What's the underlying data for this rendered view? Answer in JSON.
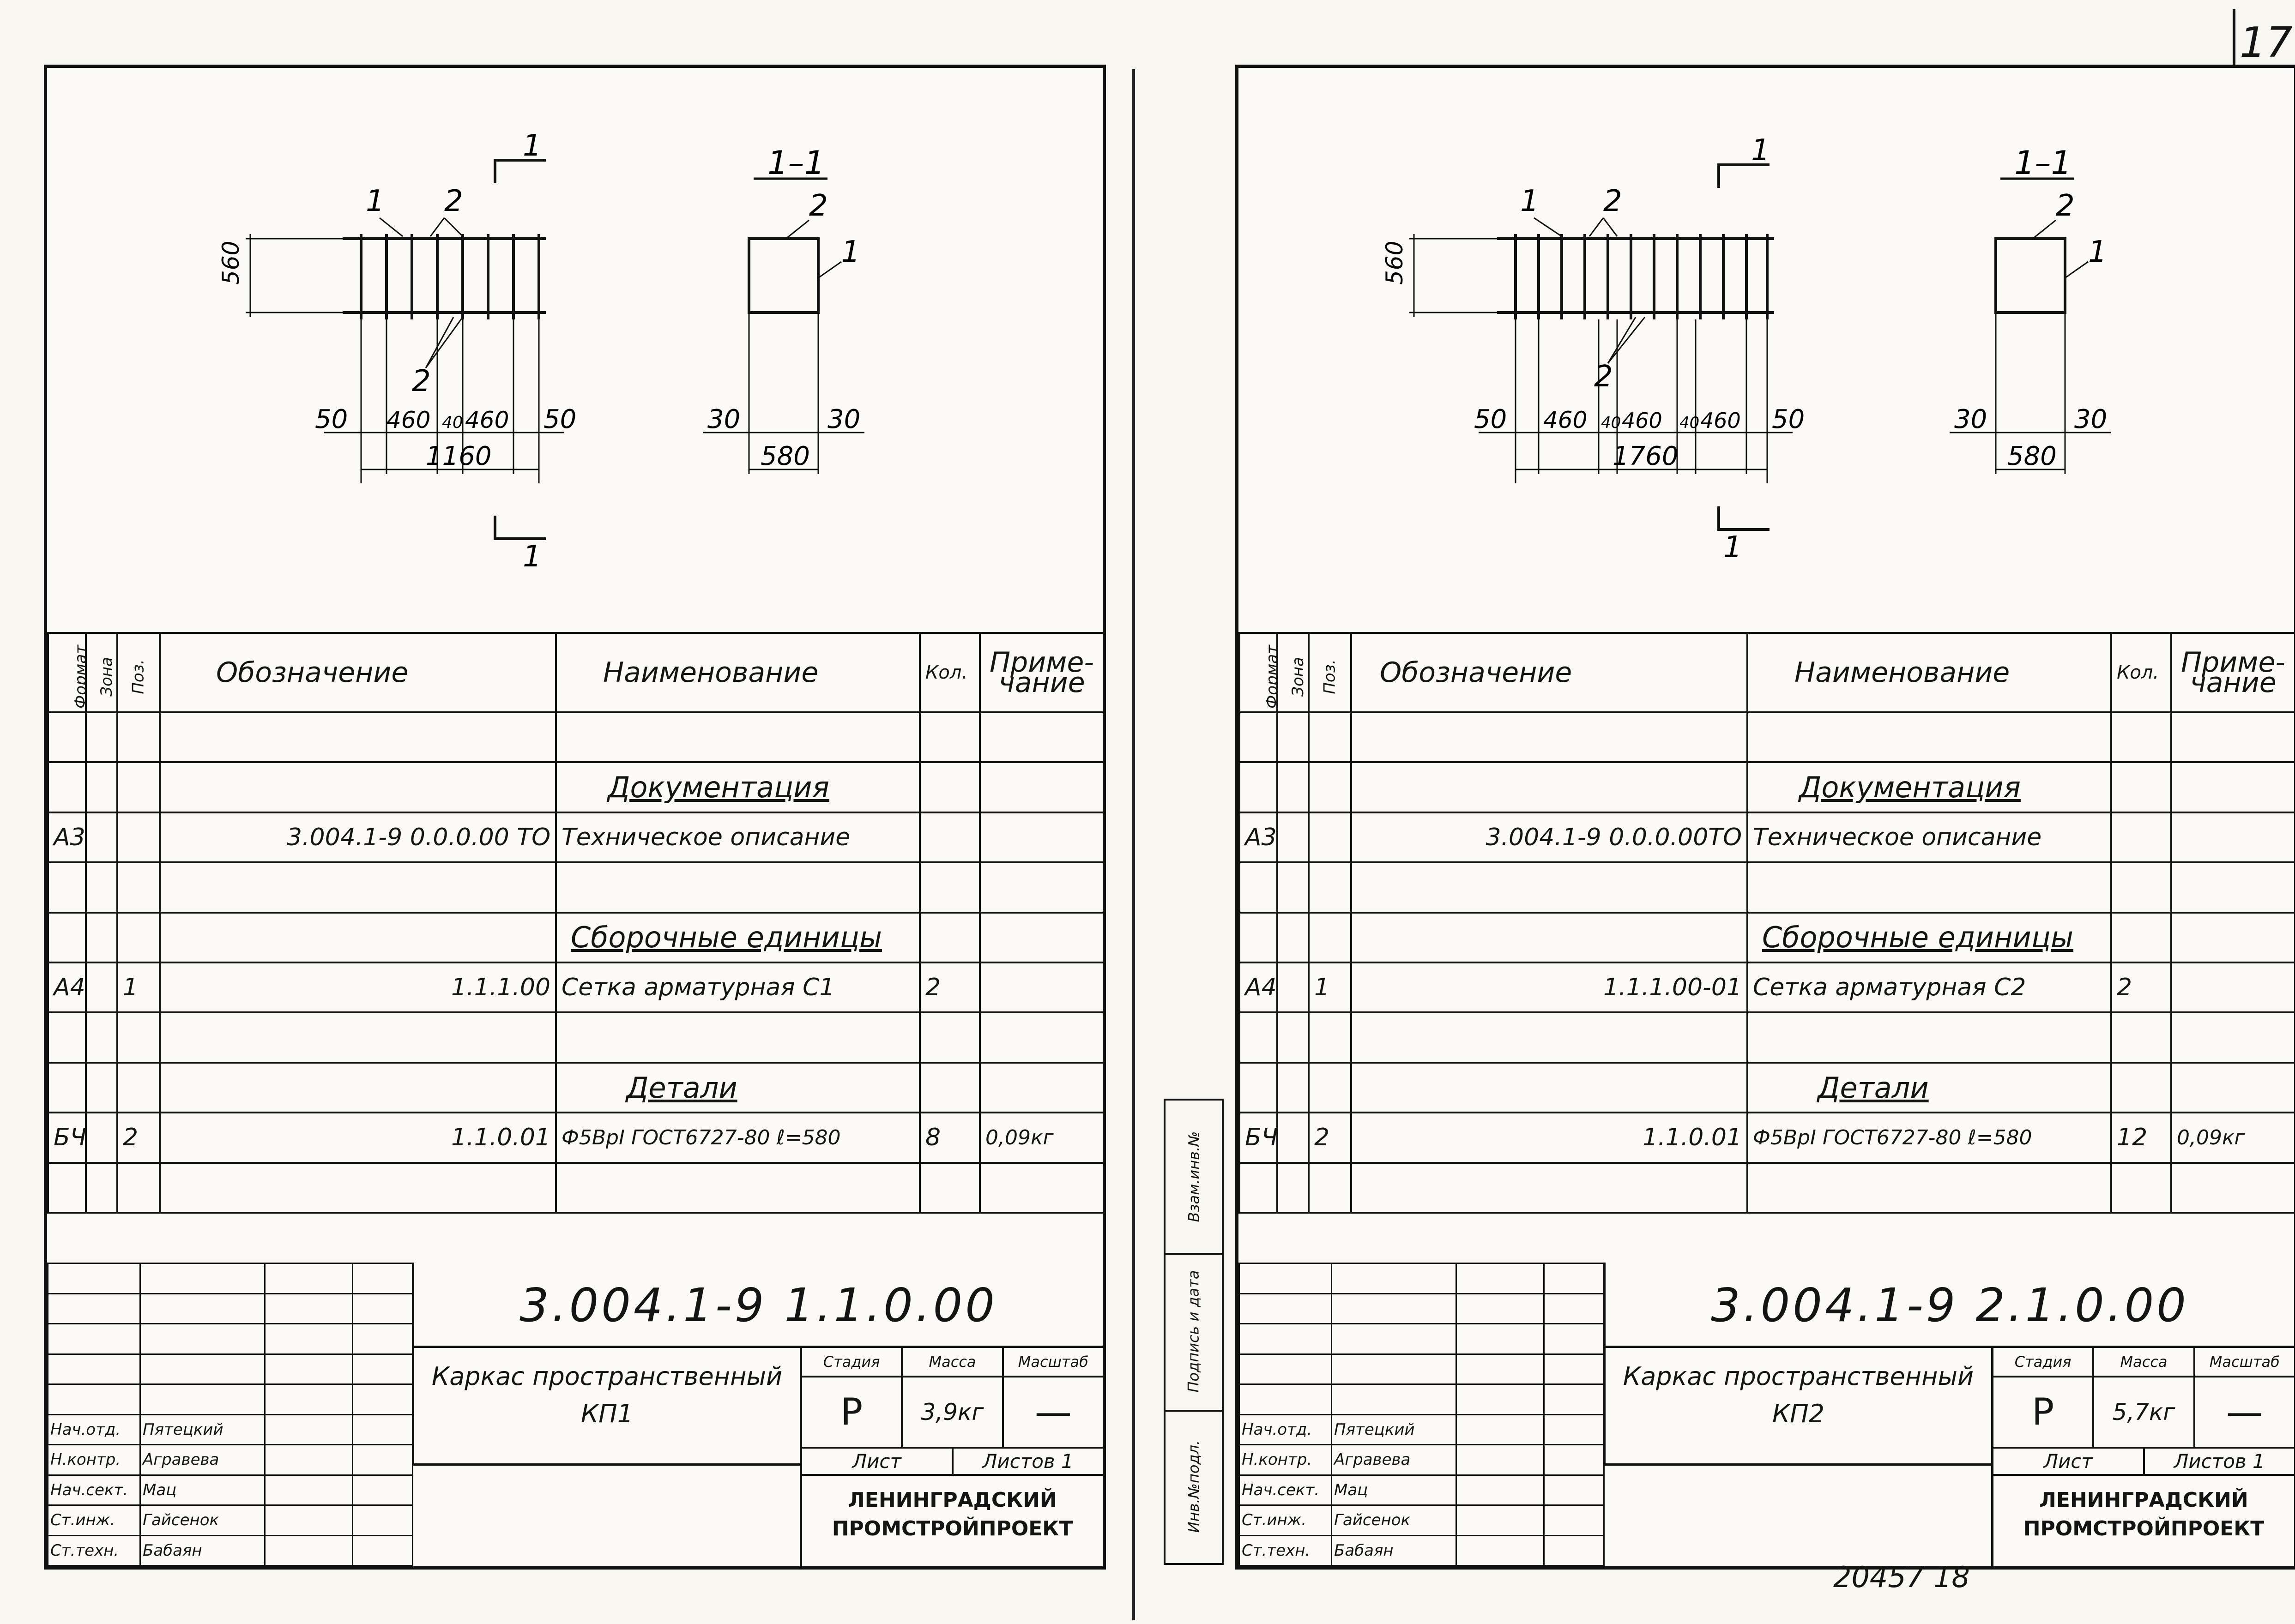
{
  "page_number": "17",
  "footer_number": "20457  18",
  "stamp_labels": [
    "Взам.инв.№",
    "Подпись и дата",
    "Инв.№подл."
  ],
  "spec_headers": {
    "format": "Формат",
    "zone": "Зона",
    "pos": "Поз.",
    "designation": "Обозначение",
    "name": "Наименование",
    "qty": "Кол.",
    "note": "Приме-чание"
  },
  "sheets": [
    {
      "drawing": {
        "section_mark": "1",
        "section_title": "1–1",
        "leader_pos1": "1",
        "leader_pos2": "2",
        "leader_pos2_lower": "2",
        "height_dim": "560",
        "dim_left": "50",
        "dim_mid1": "460",
        "dim_gap": "40",
        "dim_mid2": "460",
        "dim_right": "50",
        "dim_total": "1160",
        "sec_pos2": "2",
        "sec_pos1": "1",
        "sec_dim_left": "30",
        "sec_dim_right": "30",
        "sec_dim_total": "580"
      },
      "rows": {
        "doc_section": "Документация",
        "doc_format": "А3",
        "doc_designation": "3.004.1-9     0.0.0.00 ТО",
        "doc_name": "Техническое описание",
        "asm_section": "Сборочные единицы",
        "asm_format": "А4",
        "asm_pos": "1",
        "asm_designation": "1.1.1.00",
        "asm_name": "Сетка арматурная С1",
        "asm_qty": "2",
        "det_section": "Детали",
        "det_format": "БЧ",
        "det_pos": "2",
        "det_designation": "1.1.0.01",
        "det_name": "Ф5ВрI ГОСТ6727-80 ℓ=580",
        "det_qty": "8",
        "det_note": "0,09кг"
      },
      "title_block": {
        "code": "3.004.1-9  1.1.0.00",
        "title_line1": "Каркас пространственный",
        "title_line2": "КП1",
        "stage_label": "Стадия",
        "mass_label": "Масса",
        "scale_label": "Масштаб",
        "stage": "Р",
        "mass": "3,9кг",
        "scale": "—",
        "sheet_label": "Лист",
        "sheets_label": "Листов 1",
        "org_line1": "ЛЕНИНГРАДСКИЙ",
        "org_line2": "ПРОМСТРОЙПРОЕКТ",
        "signatures": [
          {
            "role": "Нач.отд.",
            "name": "Пятецкий"
          },
          {
            "role": "Н.контр.",
            "name": "Агравева"
          },
          {
            "role": "Нач.сект.",
            "name": "Мац"
          },
          {
            "role": "Ст.инж.",
            "name": "Гайсенок"
          },
          {
            "role": "Ст.техн.",
            "name": "Бабаян"
          }
        ]
      }
    },
    {
      "drawing": {
        "section_mark": "1",
        "section_title": "1–1",
        "leader_pos1": "1",
        "leader_pos2": "2",
        "leader_pos2_lower": "2",
        "height_dim": "560",
        "dim_left": "50",
        "dim_mid1": "460",
        "dim_gap": "40",
        "dim_mid2": "460",
        "dim_gap2": "40",
        "dim_mid3": "460",
        "dim_right": "50",
        "dim_total": "1760",
        "sec_pos2": "2",
        "sec_pos1": "1",
        "sec_dim_left": "30",
        "sec_dim_right": "30",
        "sec_dim_total": "580"
      },
      "rows": {
        "doc_section": "Документация",
        "doc_format": "А3",
        "doc_designation": "3.004.1-9     0.0.0.00ТО",
        "doc_name": "Техническое описание",
        "asm_section": "Сборочные единицы",
        "asm_format": "А4",
        "asm_pos": "1",
        "asm_designation": "1.1.1.00-01",
        "asm_name": "Сетка арматурная С2",
        "asm_qty": "2",
        "det_section": "Детали",
        "det_format": "БЧ",
        "det_pos": "2",
        "det_designation": "1.1.0.01",
        "det_name": "Ф5ВрI ГОСТ6727-80 ℓ=580",
        "det_qty": "12",
        "det_note": "0,09кг"
      },
      "title_block": {
        "code": "3.004.1-9  2.1.0.00",
        "title_line1": "Каркас пространственный",
        "title_line2": "КП2",
        "stage_label": "Стадия",
        "mass_label": "Масса",
        "scale_label": "Масштаб",
        "stage": "Р",
        "mass": "5,7кг",
        "scale": "—",
        "sheet_label": "Лист",
        "sheets_label": "Листов 1",
        "org_line1": "ЛЕНИНГРАДСКИЙ",
        "org_line2": "ПРОМСТРОЙПРОЕКТ",
        "signatures": [
          {
            "role": "Нач.отд.",
            "name": "Пятецкий"
          },
          {
            "role": "Н.контр.",
            "name": "Агравева"
          },
          {
            "role": "Нач.сект.",
            "name": "Мац"
          },
          {
            "role": "Ст.инж.",
            "name": "Гайсенок"
          },
          {
            "role": "Ст.техн.",
            "name": "Бабаян"
          }
        ]
      }
    }
  ]
}
